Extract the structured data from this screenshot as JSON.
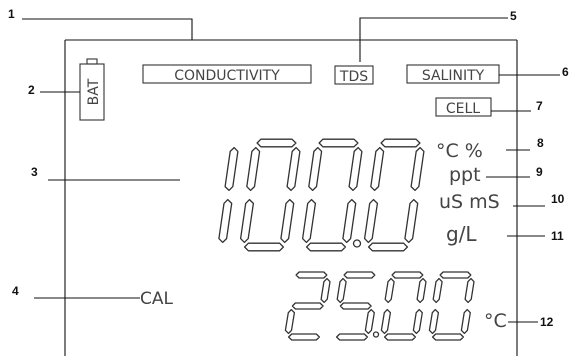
{
  "callouts": [
    "1",
    "2",
    "3",
    "4",
    "5",
    "6",
    "7",
    "8",
    "9",
    "10",
    "11",
    "12"
  ],
  "indicators": {
    "bat": "BAT",
    "conductivity": "CONDUCTIVITY",
    "tds": "TDS",
    "salinity": "SALINITY",
    "cell": "CELL",
    "cal": "CAL"
  },
  "units": {
    "temp_percent": "°C %",
    "ppt": "ppt",
    "us_ms": "uS mS",
    "g_per_l": "g/L",
    "temp_small": "°C"
  },
  "main_reading": "100.0",
  "temp_reading": "25.00",
  "colors": {
    "line": "#111111",
    "segment": "#333333"
  }
}
